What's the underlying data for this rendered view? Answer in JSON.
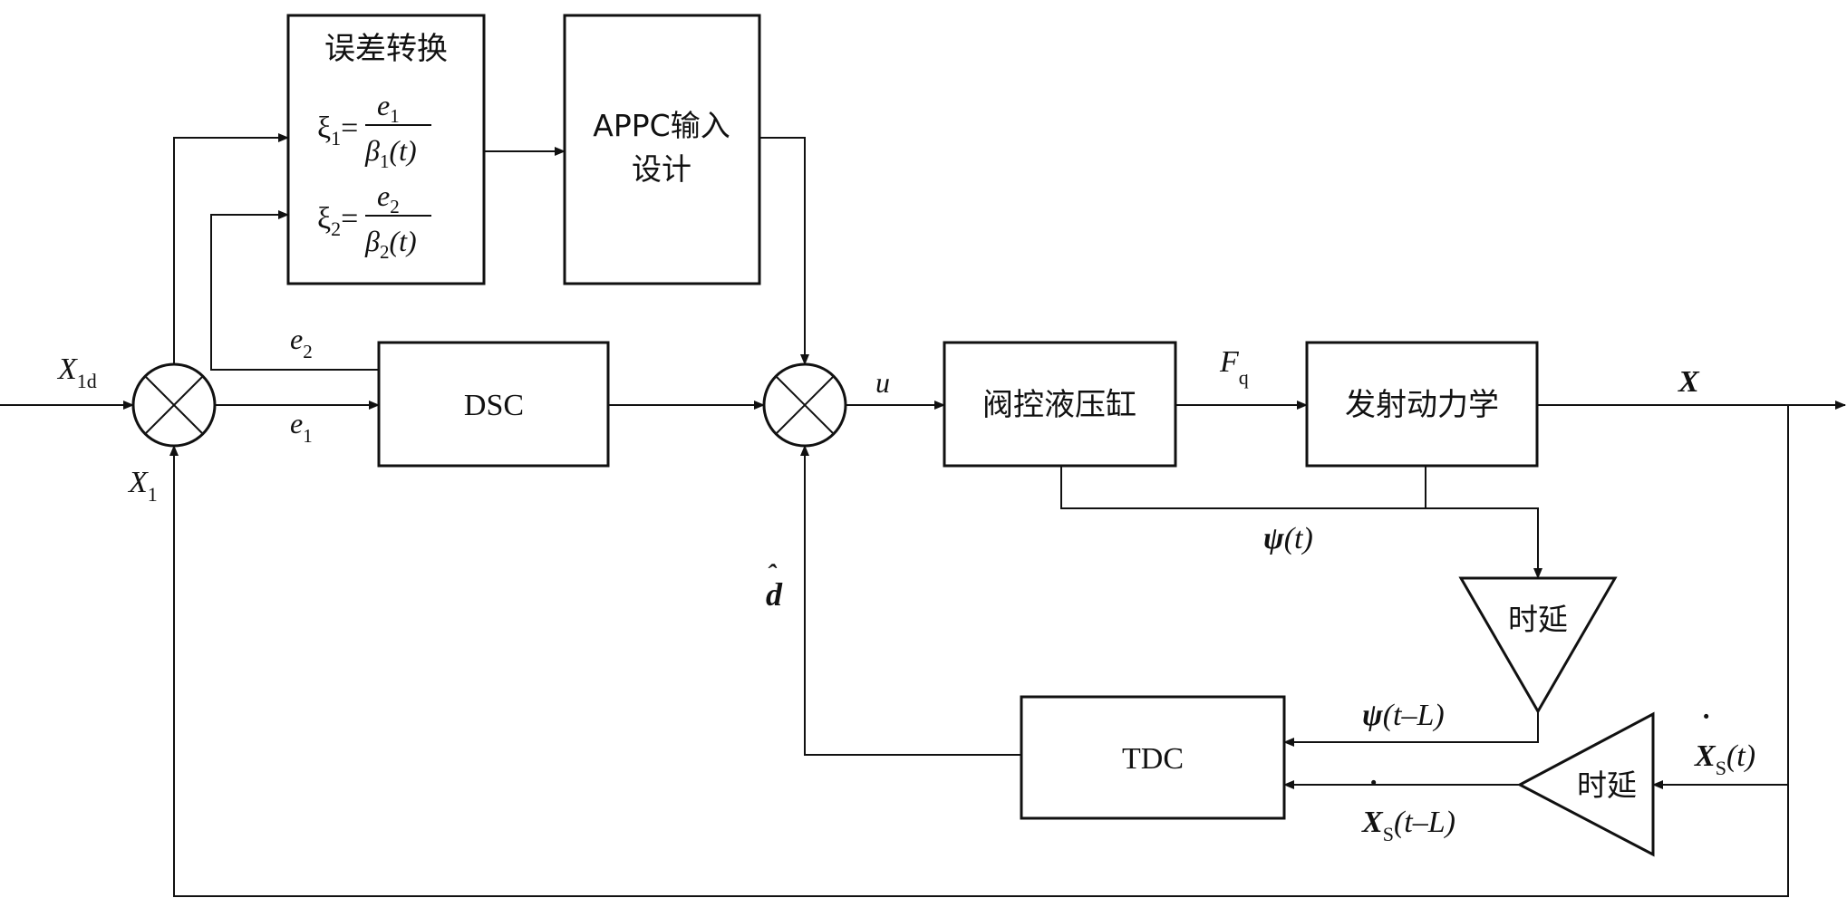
{
  "blocks": {
    "error_transform": {
      "title": "误差转换",
      "xi1": "ξ",
      "xi1_sub": "1",
      "eq": "=",
      "xi1_num": "e",
      "xi1_num_sub": "1",
      "xi1_den_beta": "β",
      "xi1_den_sub": "1",
      "xi1_den_arg": "(t)",
      "xi2": "ξ",
      "xi2_sub": "2",
      "xi2_num": "e",
      "xi2_num_sub": "2",
      "xi2_den_beta": "β",
      "xi2_den_sub": "2",
      "xi2_den_arg": "(t)"
    },
    "appc": {
      "line1": "APPC输入",
      "line2": "设计"
    },
    "dsc": {
      "label": "DSC"
    },
    "valve": {
      "label": "阀控液压缸"
    },
    "launch": {
      "label": "发射动力学"
    },
    "tdc": {
      "label": "TDC"
    },
    "delay1": {
      "label": "时延"
    },
    "delay2": {
      "label": "时延"
    }
  },
  "signals": {
    "x1d": "X",
    "x1d_sub": "1d",
    "x1": "X",
    "x1_sub": "1",
    "e1": "e",
    "e1_sub": "1",
    "e2": "e",
    "e2_sub": "2",
    "u": "u",
    "fq": "F",
    "fq_sub": "q",
    "x": "X",
    "psi": "ψ",
    "psi_arg": "(t)",
    "psi_d": "ψ",
    "psi_d_arg": "(t–L)",
    "xs": "X",
    "xs_sub": "S",
    "xs_arg": "(t)",
    "xs_d": "X",
    "xs_d_sub": "S",
    "xs_d_arg": "(t–L)",
    "d_hat": "d"
  }
}
